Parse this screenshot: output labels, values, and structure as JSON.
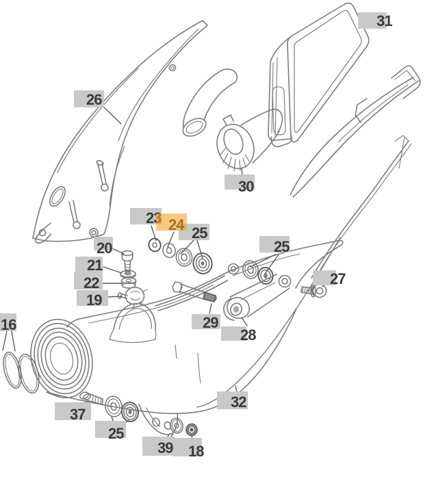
{
  "diagram": {
    "type": "exploded-parts-diagram",
    "selected_part": "24",
    "colors": {
      "background": "#ffffff",
      "label_box": "#c9c9c9",
      "selected_box": "#f5a631",
      "label_text": "#3a3a3a",
      "selected_text": "#a1741f",
      "line_art": "#7b7b7b",
      "leader_line": "#5c5c5c"
    },
    "labels": [
      {
        "id": "26",
        "text": "26",
        "highlight": "gray"
      },
      {
        "id": "31",
        "text": "31",
        "highlight": "gray"
      },
      {
        "id": "30",
        "text": "30",
        "highlight": "gray"
      },
      {
        "id": "23",
        "text": "23",
        "highlight": "gray"
      },
      {
        "id": "24",
        "text": "24",
        "highlight": "orange"
      },
      {
        "id": "25-upper",
        "text": "25",
        "highlight": "gray"
      },
      {
        "id": "25-right",
        "text": "25",
        "highlight": "gray"
      },
      {
        "id": "27",
        "text": "27",
        "highlight": "gray"
      },
      {
        "id": "20",
        "text": "20",
        "highlight": "gray"
      },
      {
        "id": "21",
        "text": "21",
        "highlight": "gray"
      },
      {
        "id": "22",
        "text": "22",
        "highlight": "gray"
      },
      {
        "id": "19",
        "text": "19",
        "highlight": "gray"
      },
      {
        "id": "29",
        "text": "29",
        "highlight": "gray"
      },
      {
        "id": "28",
        "text": "28",
        "highlight": "gray"
      },
      {
        "id": "16",
        "text": "16",
        "highlight": "gray"
      },
      {
        "id": "37",
        "text": "37",
        "highlight": "gray"
      },
      {
        "id": "25-bottom",
        "text": "25",
        "highlight": "gray"
      },
      {
        "id": "39",
        "text": "39",
        "highlight": "gray"
      },
      {
        "id": "18",
        "text": "18",
        "highlight": "gray"
      },
      {
        "id": "32",
        "text": "32",
        "highlight": "gray"
      }
    ]
  }
}
